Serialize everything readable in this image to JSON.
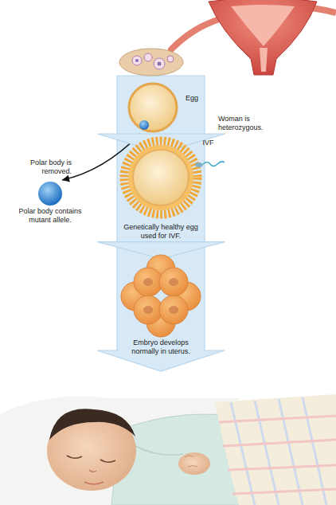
{
  "diagram": {
    "nodes": [
      {
        "text": [
          "Egg"
        ]
      },
      {
        "text": [
          "Polar body contains mutant allele."
        ]
      },
      {
        "text": [
          "Genetically healthy egg used for IVF."
        ]
      },
      {
        "text": [
          "Embryo develops normally in uterus."
        ]
      }
    ],
    "edges": [
      {
        "from": 0,
        "to": 1,
        "arrow": "to",
        "label": "Polar body is removed."
      },
      {
        "from": 0,
        "to": 2,
        "arrow": "to",
        "label": "IVF"
      },
      {
        "from": 2,
        "to": 3,
        "arrow": "to"
      }
    ],
    "labels": [
      "Woman is heterozygous."
    ]
  }
}
